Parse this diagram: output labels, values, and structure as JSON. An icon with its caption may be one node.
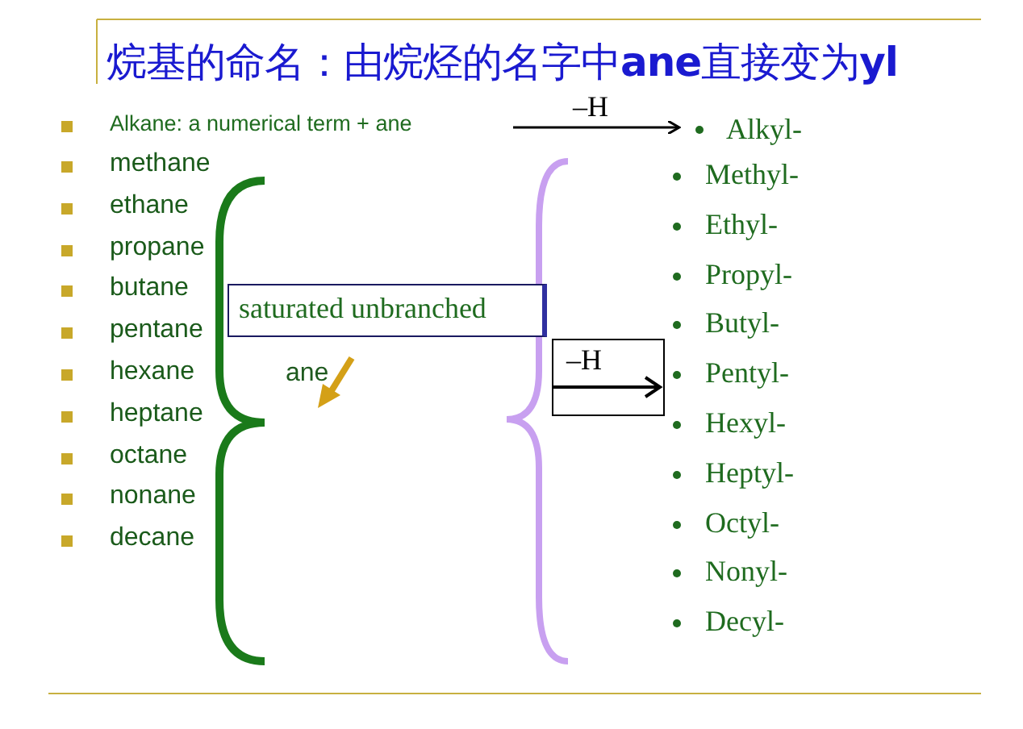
{
  "diagram": {
    "title": "烷基的命名：由烷烃的名字中**ane**直接变为**yl**",
    "nodes": [
      {
        "text": [
          "Alkane: a numerical term + ane"
        ]
      },
      {
        "text": [
          "Alkyl-"
        ]
      },
      {
        "text": [
          "saturated unbranched"
        ]
      },
      {
        "text": [
          "–H"
        ]
      },
      {
        "text": [
          "ane"
        ]
      }
    ],
    "edges": [
      {
        "from": 0,
        "to": 1,
        "arrow": "to",
        "label": "–H"
      }
    ],
    "labels": [
      "methane",
      "ethane",
      "propane",
      "butane",
      "pentane",
      "hexane",
      "heptane",
      "octane",
      "nonane",
      "decane",
      "Methyl-",
      "Ethyl-",
      "Propyl-",
      "Butyl-",
      "Pentyl-",
      "Hexyl-",
      "Heptyl-",
      "Octyl-",
      "Nonyl-",
      "Decyl-"
    ]
  }
}
